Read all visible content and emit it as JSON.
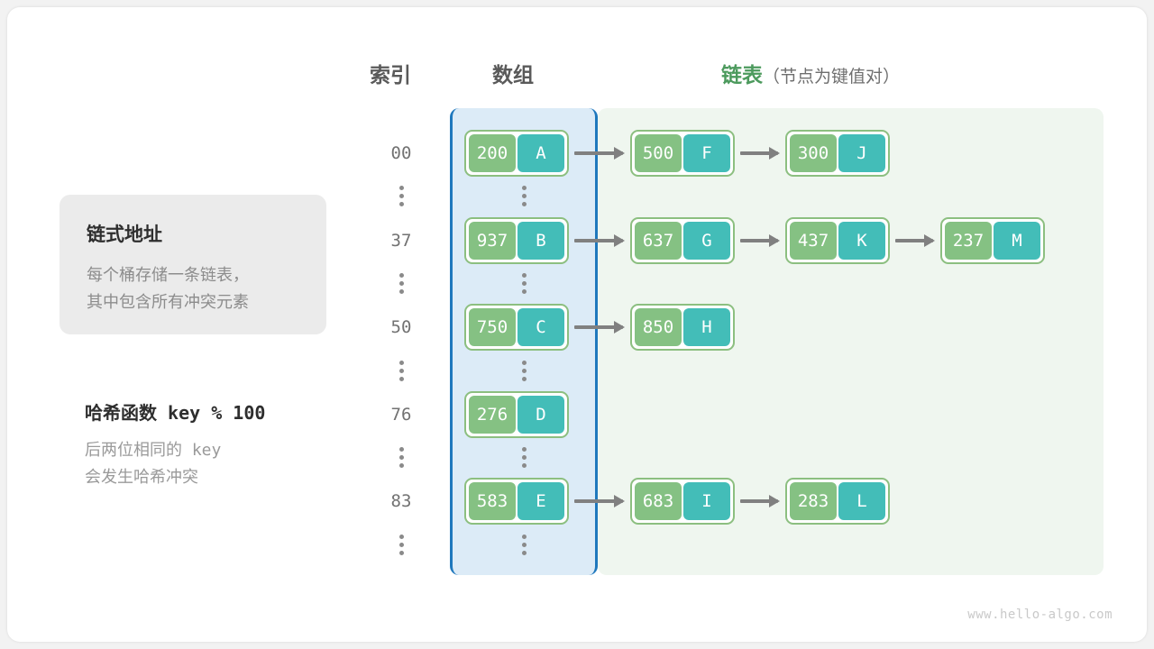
{
  "headings": {
    "index": "索引",
    "array": "数组",
    "list_main": "链表",
    "list_sub": "（节点为键值对）"
  },
  "info_card": {
    "title": "链式地址",
    "line1": "每个桶存储一条链表，",
    "line2": "其中包含所有冲突元素"
  },
  "hash_note": {
    "title": "哈希函数 key % 100",
    "line1": "后两位相同的 key",
    "line2": "会发生哈希冲突"
  },
  "colors": {
    "key_cell": "#85c183",
    "value_cell": "#43bdb8",
    "node_border": "#8cbf80",
    "array_region_bg": "#dcebf7",
    "array_region_border": "#1f78bd",
    "list_region_bg": "#eff6ef",
    "arrow": "#808080",
    "heading_text": "#5a5a5a",
    "list_heading_text": "#4c9a5d"
  },
  "rows": [
    {
      "index": "00",
      "bucket": {
        "key": "200",
        "value": "A"
      },
      "chain": [
        {
          "key": "500",
          "value": "F"
        },
        {
          "key": "300",
          "value": "J"
        }
      ]
    },
    {
      "index": "37",
      "bucket": {
        "key": "937",
        "value": "B"
      },
      "chain": [
        {
          "key": "637",
          "value": "G"
        },
        {
          "key": "437",
          "value": "K"
        },
        {
          "key": "237",
          "value": "M"
        }
      ]
    },
    {
      "index": "50",
      "bucket": {
        "key": "750",
        "value": "C"
      },
      "chain": [
        {
          "key": "850",
          "value": "H"
        }
      ]
    },
    {
      "index": "76",
      "bucket": {
        "key": "276",
        "value": "D"
      },
      "chain": []
    },
    {
      "index": "83",
      "bucket": {
        "key": "583",
        "value": "E"
      },
      "chain": [
        {
          "key": "683",
          "value": "I"
        },
        {
          "key": "283",
          "value": "L"
        }
      ]
    }
  ],
  "watermark": "www.hello-algo.com"
}
